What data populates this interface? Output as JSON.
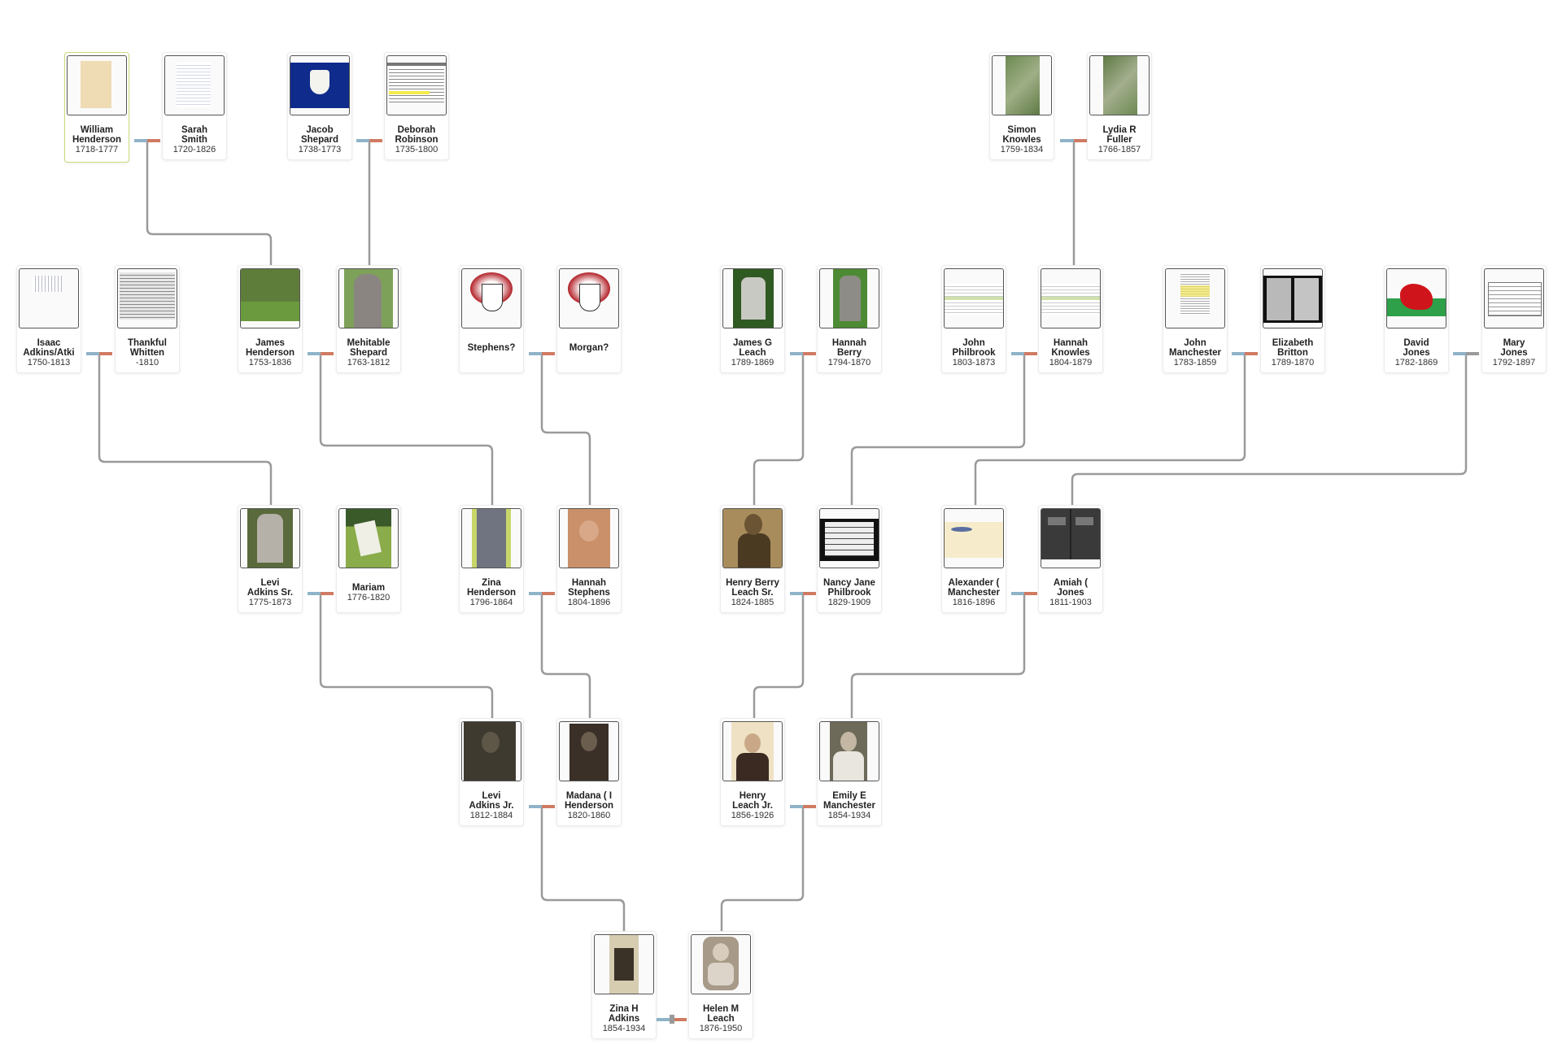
{
  "tree": {
    "colors": {
      "father_link": "#8fb3c8",
      "mother_link": "#d07a62",
      "line": "#9a9a9a",
      "selected_border": "#c9dc7a"
    },
    "people": {
      "william_henderson": {
        "name_1": "William",
        "name_2": "Henderson",
        "dates": "1718-1777",
        "photo": "document-sepia",
        "selected": true
      },
      "sarah_smith": {
        "name_1": "Sarah",
        "name_2": "Smith",
        "dates": "1720-1826",
        "photo": "document-white"
      },
      "jacob_shepard": {
        "name_1": "Jacob",
        "name_2": "Shepard",
        "dates": "1738-1773",
        "photo": "connecticut-flag"
      },
      "deborah_robinson": {
        "name_1": "Deborah",
        "name_2": "Robinson",
        "dates": "1735-1800",
        "photo": "record-highlighted"
      },
      "simon_knowles": {
        "name_1": "Simon",
        "name_2": "Knowles",
        "dates": "1759-1834",
        "photo": "gravestone-forest"
      },
      "lydia_fuller": {
        "name_1": "Lydia R",
        "name_2": "Fuller",
        "dates": "1766-1857",
        "photo": "gravestone-forest"
      },
      "isaac_adkins": {
        "name_1": "Isaac",
        "name_2": "Adkins/Atki",
        "dates": "1750-1813",
        "photo": "document-white"
      },
      "thankful_whitten": {
        "name_1": "Thankful",
        "name_2": "Whitten",
        "dates": "-1810",
        "photo": "handwritten-page"
      },
      "james_henderson": {
        "name_1": "James",
        "name_2": "Henderson",
        "dates": "1753-1836",
        "photo": "cemetery"
      },
      "mehitable_shepard": {
        "name_1": "Mehitable",
        "name_2": "Shepard",
        "dates": "1763-1812",
        "photo": "gravestone"
      },
      "stephens": {
        "name_1": "Stephens?",
        "name_2": "",
        "dates": "",
        "photo": "coat-of-arms"
      },
      "morgan": {
        "name_1": "Morgan?",
        "name_2": "",
        "dates": "",
        "photo": "coat-of-arms"
      },
      "james_leach": {
        "name_1": "James G",
        "name_2": "Leach",
        "dates": "1789-1869",
        "photo": "gravestone-grass"
      },
      "hannah_berry": {
        "name_1": "Hannah",
        "name_2": "Berry",
        "dates": "1794-1870",
        "photo": "gravestone-grass"
      },
      "john_philbrook": {
        "name_1": "John",
        "name_2": "Philbrook",
        "dates": "1803-1873",
        "photo": "census-sheet"
      },
      "hannah_knowles": {
        "name_1": "Hannah",
        "name_2": "Knowles",
        "dates": "1804-1879",
        "photo": "census-sheet"
      },
      "john_manchester": {
        "name_1": "John",
        "name_2": "Manchester",
        "dates": "1783-1859",
        "photo": "news-clipping"
      },
      "elizabeth_britton": {
        "name_1": "Elizabeth",
        "name_2": "Britton",
        "dates": "1789-1870",
        "photo": "register-book"
      },
      "david_jones": {
        "name_1": "David",
        "name_2": "Jones",
        "dates": "1782-1869",
        "photo": "wales-flag"
      },
      "mary_jones": {
        "name_1": "Mary",
        "name_2": "Jones",
        "dates": "1792-1897",
        "photo": "census-form"
      },
      "levi_adkins_sr": {
        "name_1": "Levi",
        "name_2": "Adkins Sr.",
        "dates": "1775-1873",
        "photo": "gravestone-park"
      },
      "mariam": {
        "name_1": "Mariam",
        "name_2": "",
        "dates": "1776-1820",
        "photo": "leaning-gravestone"
      },
      "zina_henderson": {
        "name_1": "Zina",
        "name_2": "Henderson",
        "dates": "1796-1864",
        "photo": "gravestone-closeup"
      },
      "hannah_stephens": {
        "name_1": "Hannah",
        "name_2": "Stephens",
        "dates": "1804-1896",
        "photo": "sepia-portrait"
      },
      "henry_leach_sr": {
        "name_1": "Henry Berry",
        "name_2": "Leach Sr.",
        "dates": "1824-1885",
        "photo": "soldier-portrait"
      },
      "nancy_philbrook": {
        "name_1": "Nancy Jane",
        "name_2": "Philbrook",
        "dates": "1829-1909",
        "photo": "index-card"
      },
      "alexander_manchester": {
        "name_1": "Alexander (",
        "name_2": "Manchester",
        "dates": "1816-1896",
        "photo": "envelope"
      },
      "amiah_jones": {
        "name_1": "Amiah (",
        "name_2": "Jones",
        "dates": "1811-1903",
        "photo": "book-cover"
      },
      "levi_adkins_jr": {
        "name_1": "Levi",
        "name_2": "Adkins Jr.",
        "dates": "1812-1884",
        "photo": "tintype-man"
      },
      "madana_henderson": {
        "name_1": "Madana ( I",
        "name_2": "Henderson",
        "dates": "1820-1860",
        "photo": "tintype-woman"
      },
      "henry_leach_jr": {
        "name_1": "Henry",
        "name_2": "Leach Jr.",
        "dates": "1856-1926",
        "photo": "cabinet-card-man"
      },
      "emily_manchester": {
        "name_1": "Emily E",
        "name_2": "Manchester",
        "dates": "1854-1934",
        "photo": "portrait-woman"
      },
      "zina_adkins": {
        "name_1": "Zina H",
        "name_2": "Adkins",
        "dates": "1854-1934",
        "photo": "seated-man"
      },
      "helen_leach": {
        "name_1": "Helen M",
        "name_2": "Leach",
        "dates": "1876-1950",
        "photo": "child-portrait"
      }
    }
  }
}
